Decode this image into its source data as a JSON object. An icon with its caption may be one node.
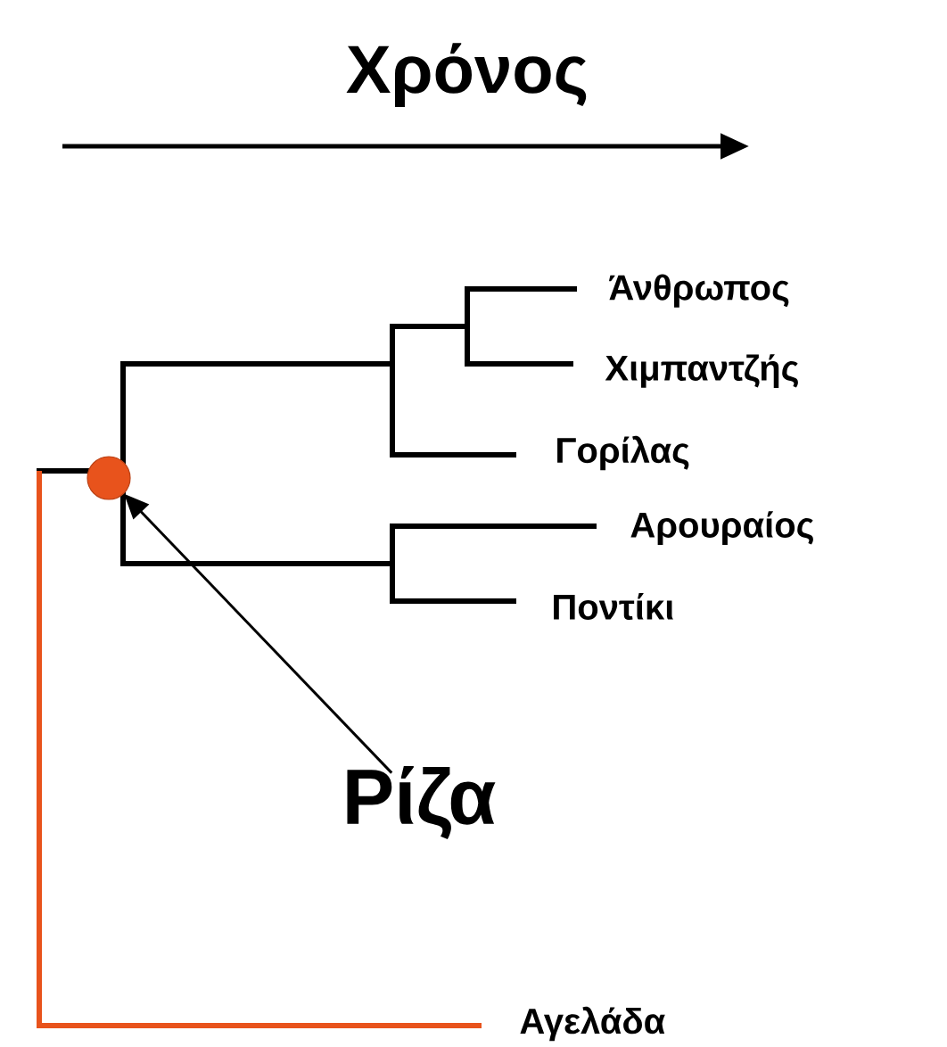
{
  "diagram": {
    "title": "Χρόνος",
    "nodes": [
      {
        "text": [],
        "shape": "circle"
      },
      {
        "text": [
          "Ρίζα"
        ]
      }
    ],
    "edges": [
      {
        "from": 1,
        "to": 0,
        "arrow": "to"
      }
    ],
    "labels": [
      "Άνθρωπος",
      "Χιμπαντζής",
      "Γορίλας",
      "Αρουραίος",
      "Ποντίκι",
      "Αγελάδα"
    ]
  }
}
